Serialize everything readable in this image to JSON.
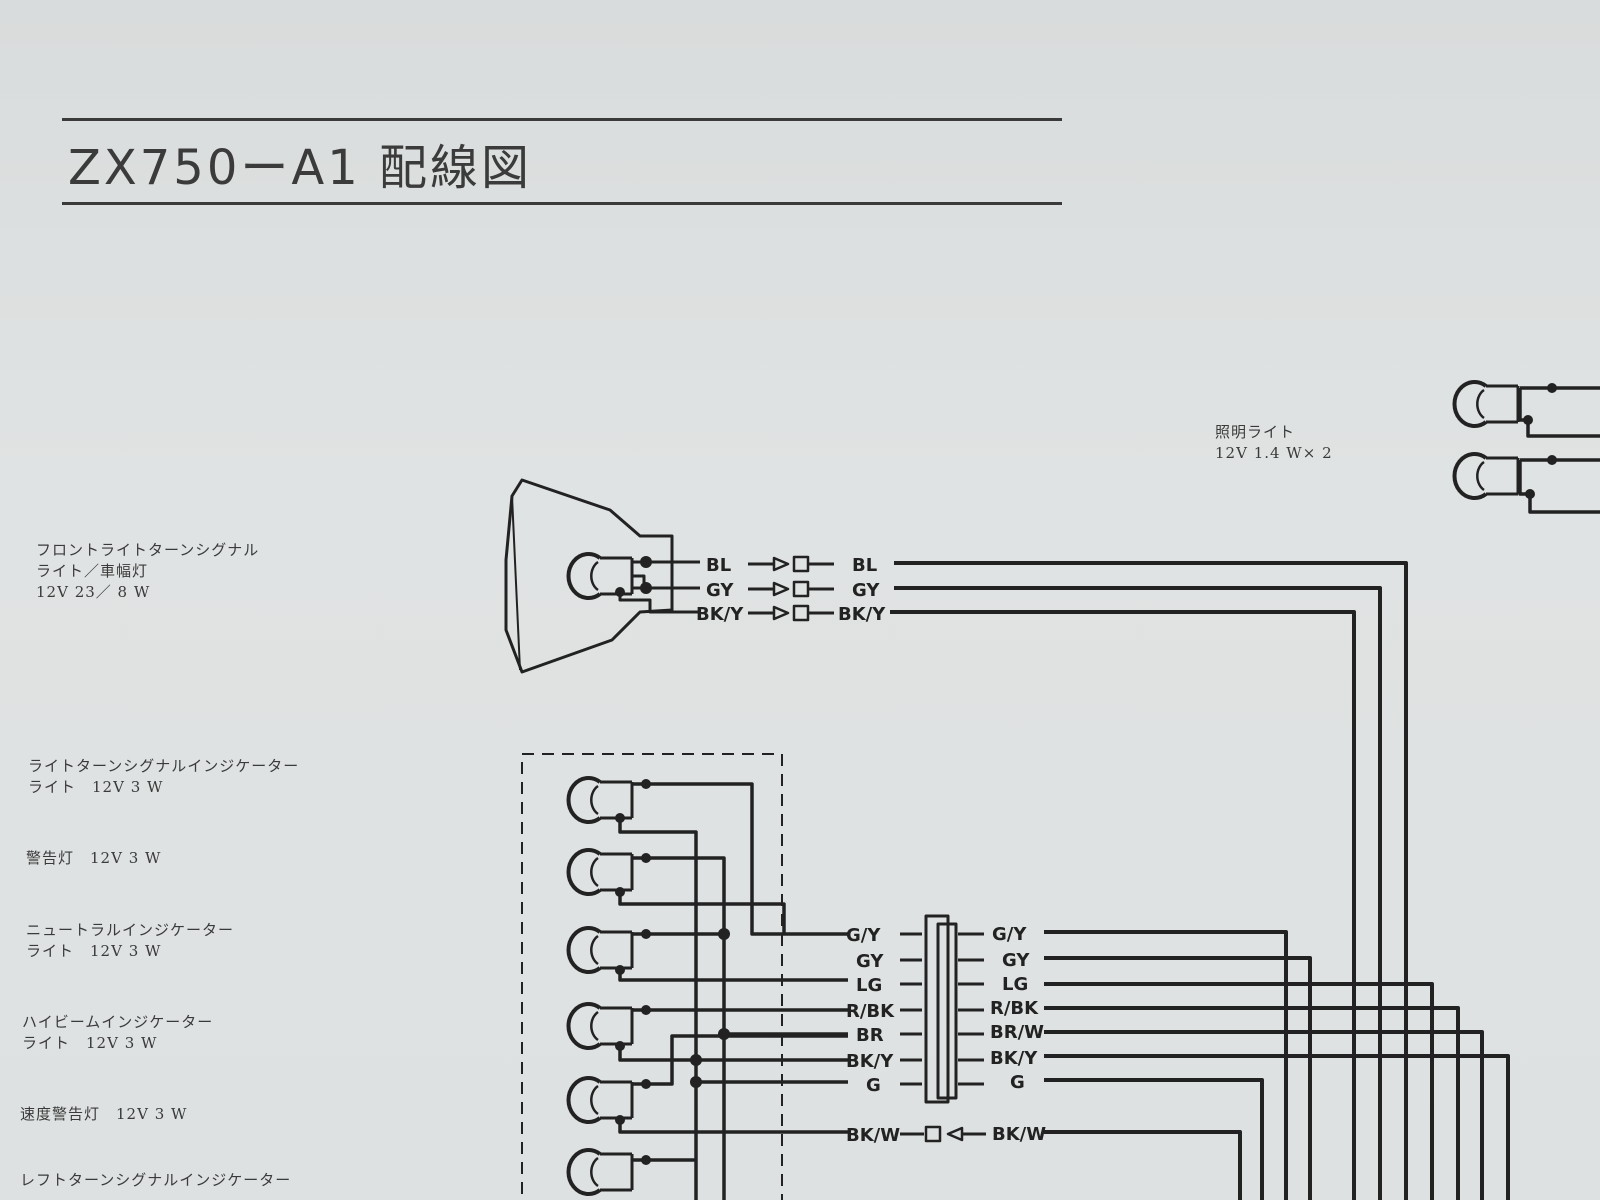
{
  "title": "ZX750ーA1 配線図",
  "labels": {
    "illumination": [
      "照明ライト",
      "12V 1.4 W× 2"
    ],
    "front_turn": [
      "フロントライトターンシグナル",
      "ライト／車幅灯",
      "12V 23／ 8 W"
    ],
    "turn_indicator": [
      "ライトターンシグナルインジケーター",
      "ライト　12V 3 W"
    ],
    "warning": [
      "警告灯　12V 3 W"
    ],
    "neutral": [
      "ニュートラルインジケーター",
      "ライト　12V 3 W"
    ],
    "highbeam": [
      "ハイビームインジケーター",
      "ライト　12V 3 W"
    ],
    "speed_warning": [
      "速度警告灯　12V 3 W"
    ],
    "left_turn": [
      "レフトターンシグナルインジケーター"
    ]
  },
  "wires": {
    "front_left": [
      "BL",
      "GY",
      "BK/Y"
    ],
    "front_right": [
      "BL",
      "GY",
      "BK/Y"
    ],
    "meter_left": [
      "G/Y",
      "GY",
      "LG",
      "R/BK",
      "BR",
      "BK/Y",
      "G"
    ],
    "meter_right": [
      "G/Y",
      "GY",
      "LG",
      "R/BK",
      "BR/W",
      "BK/Y",
      "G"
    ],
    "bk_w_left": "BK/W",
    "bk_w_right": "BK/W"
  }
}
